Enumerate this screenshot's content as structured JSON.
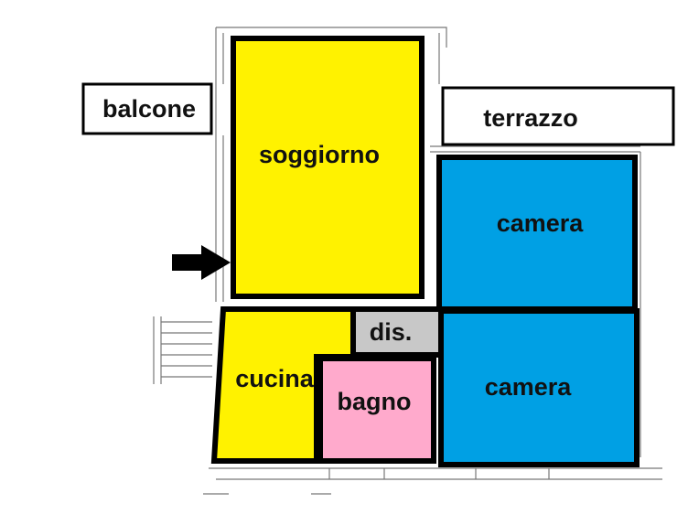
{
  "colors": {
    "living": "#FFF200",
    "bedroom": "#00A0E4",
    "bath": "#FFAACC",
    "hall": "#C8C8C8",
    "outline": "#000000",
    "sketch": "#777777"
  },
  "labels": {
    "balcone": "balcone",
    "terrazzo": "terrazzo",
    "soggiorno": "soggiorno",
    "camera_top": "camera",
    "camera_bottom": "camera",
    "dis": "dis.",
    "cucina": "cucina",
    "bagno": "bagno"
  },
  "icons": {
    "entrance": "entrance-arrow-icon"
  }
}
